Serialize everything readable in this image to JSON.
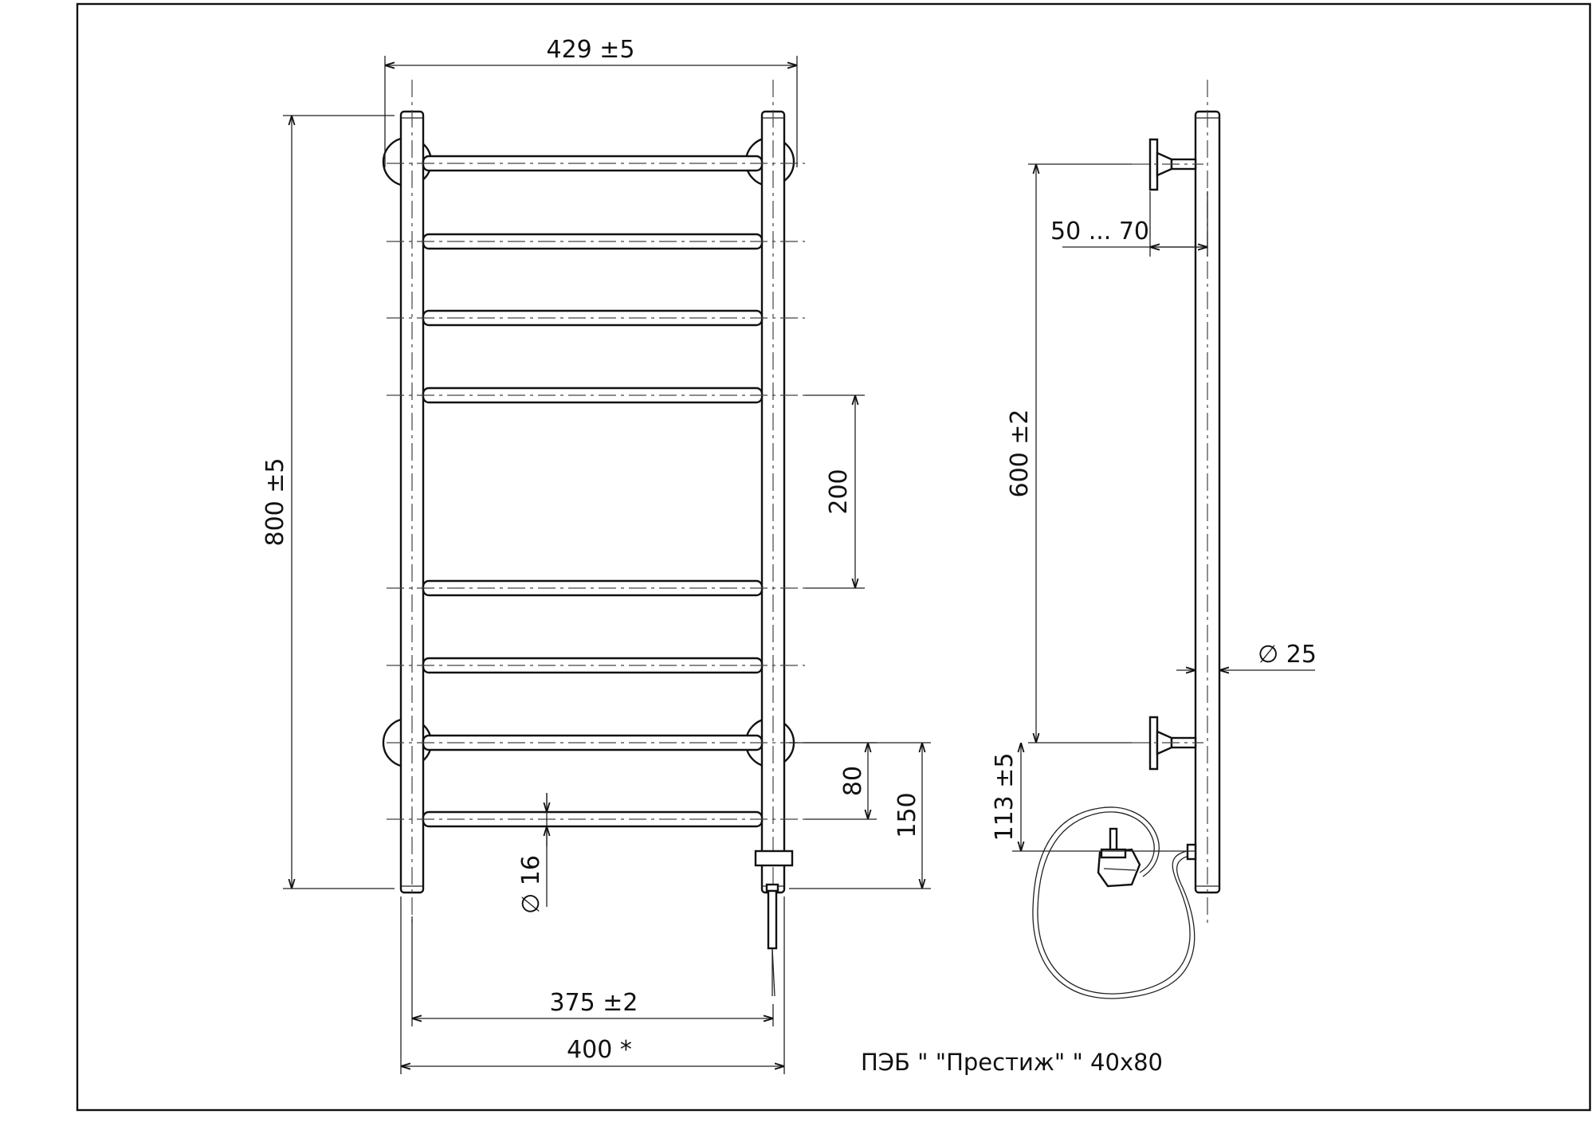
{
  "front_view": {
    "overall_width": "429  ±5",
    "overall_height": "800  ±5",
    "rung_spacing": "200",
    "bottom_offset_80": "80",
    "bottom_offset_150": "150",
    "rung_diameter": "∅ 16",
    "axis_distance": "375  ±2",
    "rail_width": "400 *"
  },
  "side_view": {
    "wall_distance": "50 ... 70",
    "mount_spacing": "600  ±2",
    "bottom_mount": "113  ±5",
    "rail_diameter": "∅ 25"
  },
  "title": "ПЭБ \" \"Престиж\" \" 40х80"
}
